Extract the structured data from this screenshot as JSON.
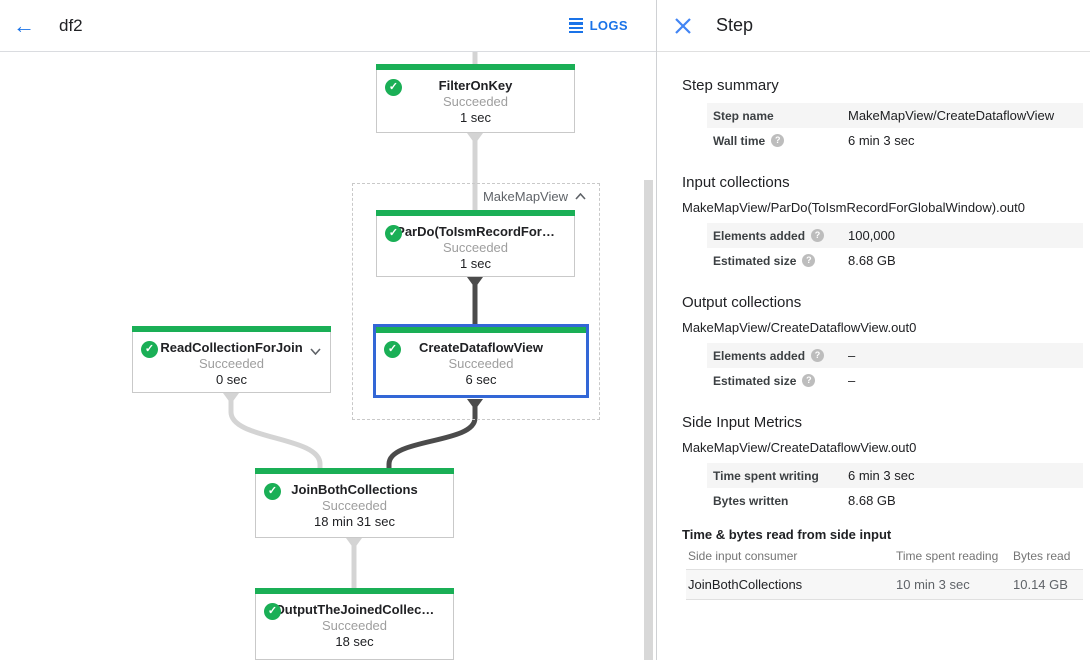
{
  "header": {
    "title": "df2",
    "logs_label": "LOGS"
  },
  "graph": {
    "group_label": "MakeMapView",
    "nodes": [
      {
        "title": "FilterOnKey",
        "status": "Succeeded",
        "time": "1 sec"
      },
      {
        "title": "ParDo(ToIsmRecordFor…",
        "status": "Succeeded",
        "time": "1 sec"
      },
      {
        "title": "ReadCollectionForJoin",
        "status": "Succeeded",
        "time": "0 sec"
      },
      {
        "title": "CreateDataflowView",
        "status": "Succeeded",
        "time": "6 sec",
        "selected": true
      },
      {
        "title": "JoinBothCollections",
        "status": "Succeeded",
        "time": "18 min 31 sec"
      },
      {
        "title": "OutputTheJoinedCollec…",
        "status": "Succeeded",
        "time": "18 sec"
      }
    ]
  },
  "panel": {
    "title": "Step",
    "sections": [
      {
        "heading": "Step summary",
        "rows": [
          {
            "label": "Step name",
            "value": "MakeMapView/CreateDataflowView"
          },
          {
            "label": "Wall time",
            "value": "6 min 3 sec"
          }
        ]
      },
      {
        "heading": "Input collections",
        "subtitle": "MakeMapView/ParDo(ToIsmRecordForGlobalWindow).out0",
        "rows": [
          {
            "label": "Elements added",
            "value": "100,000"
          },
          {
            "label": "Estimated size",
            "value": "8.68 GB"
          }
        ]
      },
      {
        "heading": "Output collections",
        "subtitle": "MakeMapView/CreateDataflowView.out0",
        "rows": [
          {
            "label": "Elements added",
            "value": "–"
          },
          {
            "label": "Estimated size",
            "value": "–"
          }
        ]
      },
      {
        "heading": "Side Input Metrics",
        "subtitle": "MakeMapView/CreateDataflowView.out0",
        "rows": [
          {
            "label": "Time spent writing",
            "value": "6 min 3 sec"
          },
          {
            "label": "Bytes written",
            "value": "8.68 GB"
          }
        ]
      }
    ],
    "side_input_table": {
      "heading": "Time & bytes read from side input",
      "columns": [
        "Side input consumer",
        "Time spent reading",
        "Bytes read"
      ],
      "rows": [
        {
          "consumer": "JoinBothCollections",
          "time_reading": "10 min 3 sec",
          "bytes_read": "10.14 GB"
        }
      ]
    }
  },
  "colors": {
    "green": "#1aaf56",
    "selected_blue": "#3367d6",
    "edge_light": "#d4d4d4",
    "edge_dark": "#4b4b4b",
    "accent_blue": "#1a73e8"
  }
}
